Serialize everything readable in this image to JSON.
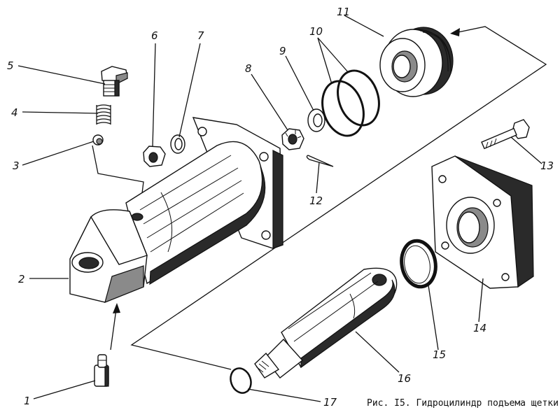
{
  "caption": "Рис. I5. Гидроцилиндр подъема щетки",
  "labels": [
    {
      "id": "1",
      "text": "1"
    },
    {
      "id": "2",
      "text": "2"
    },
    {
      "id": "3",
      "text": "3"
    },
    {
      "id": "4",
      "text": "4"
    },
    {
      "id": "5",
      "text": "5"
    },
    {
      "id": "6",
      "text": "6"
    },
    {
      "id": "7",
      "text": "7"
    },
    {
      "id": "8",
      "text": "8"
    },
    {
      "id": "9",
      "text": "9"
    },
    {
      "id": "10",
      "text": "10"
    },
    {
      "id": "11",
      "text": "11"
    },
    {
      "id": "12",
      "text": "12"
    },
    {
      "id": "13",
      "text": "13"
    },
    {
      "id": "14",
      "text": "14"
    },
    {
      "id": "15",
      "text": "15"
    },
    {
      "id": "16",
      "text": "16"
    },
    {
      "id": "17",
      "text": "17"
    }
  ]
}
